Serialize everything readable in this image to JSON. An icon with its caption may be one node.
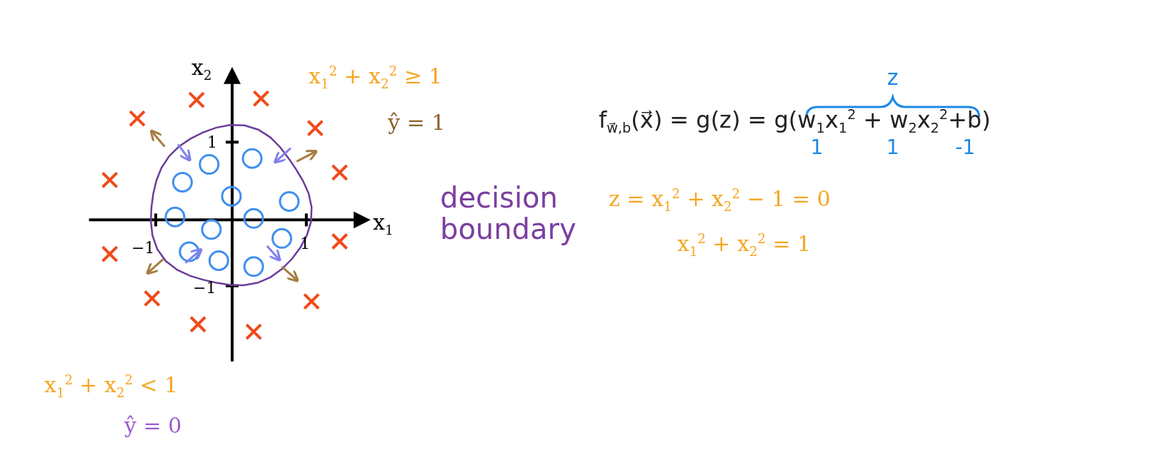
{
  "diagram": {
    "labels": [
      "x$_{2}$",
      "x$_{1}$$^{2}$ + x$_{2}$$^{2}$ ≥ 1",
      "z",
      "ŷ = 1",
      "f$_{w⃗,b}$(x⃗) = g(z) = g(w$_{1}$x$_{1}$$^{2}$ + w$_{2}$x$_{2}$$^{2}$+b)",
      "1",
      "1",
      "1",
      "-1",
      "decision boundary",
      "z = x$_{1}$$^{2}$ + x$_{2}$$^{2}$ − 1 = 0",
      "x$_{1}$",
      "−1",
      "1",
      "x$_{1}$$^{2}$ + x$_{2}$$^{2}$ = 1",
      "−1",
      "x$_{1}$$^{2}$ + x$_{2}$$^{2}$ < 1",
      "ŷ = 0"
    ]
  }
}
